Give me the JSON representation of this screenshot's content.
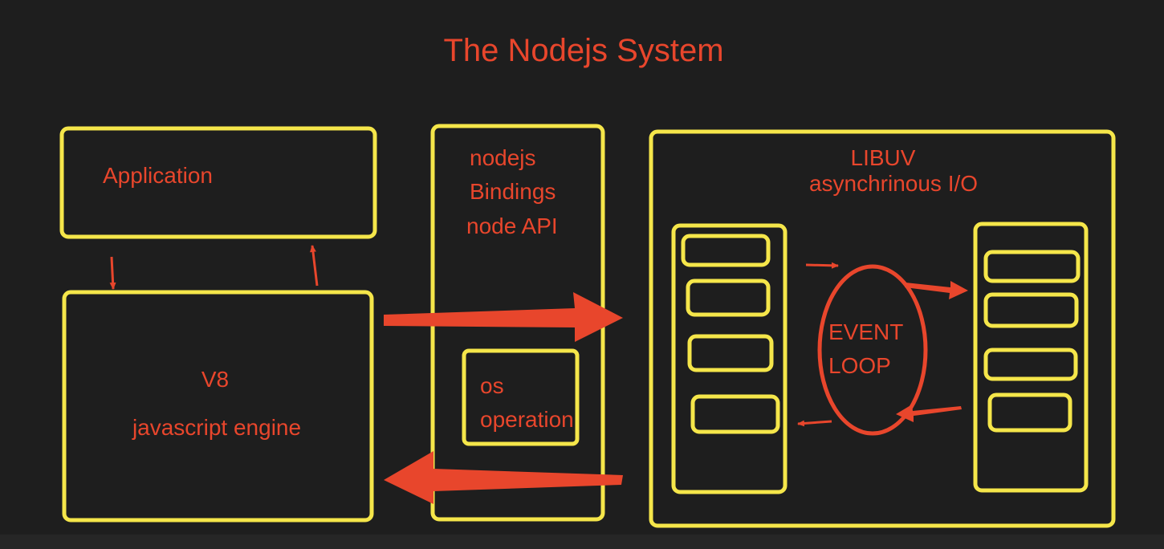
{
  "title": "The Nodejs System",
  "application": {
    "label": "Application"
  },
  "v8": {
    "line1": "V8",
    "line2": "javascript engine"
  },
  "bindings": {
    "line1": "nodejs",
    "line2": "Bindings",
    "line3": "node API",
    "os_line1": "os",
    "os_line2": "operation"
  },
  "libuv": {
    "line1": "LIBUV",
    "line2": "asynchrinous I/O",
    "event_loop_line1": "EVENT",
    "event_loop_line2": "LOOP"
  },
  "colors": {
    "background": "#1e1e1e",
    "box_stroke": "#f5e64a",
    "text_and_arrows": "#e8462c"
  }
}
